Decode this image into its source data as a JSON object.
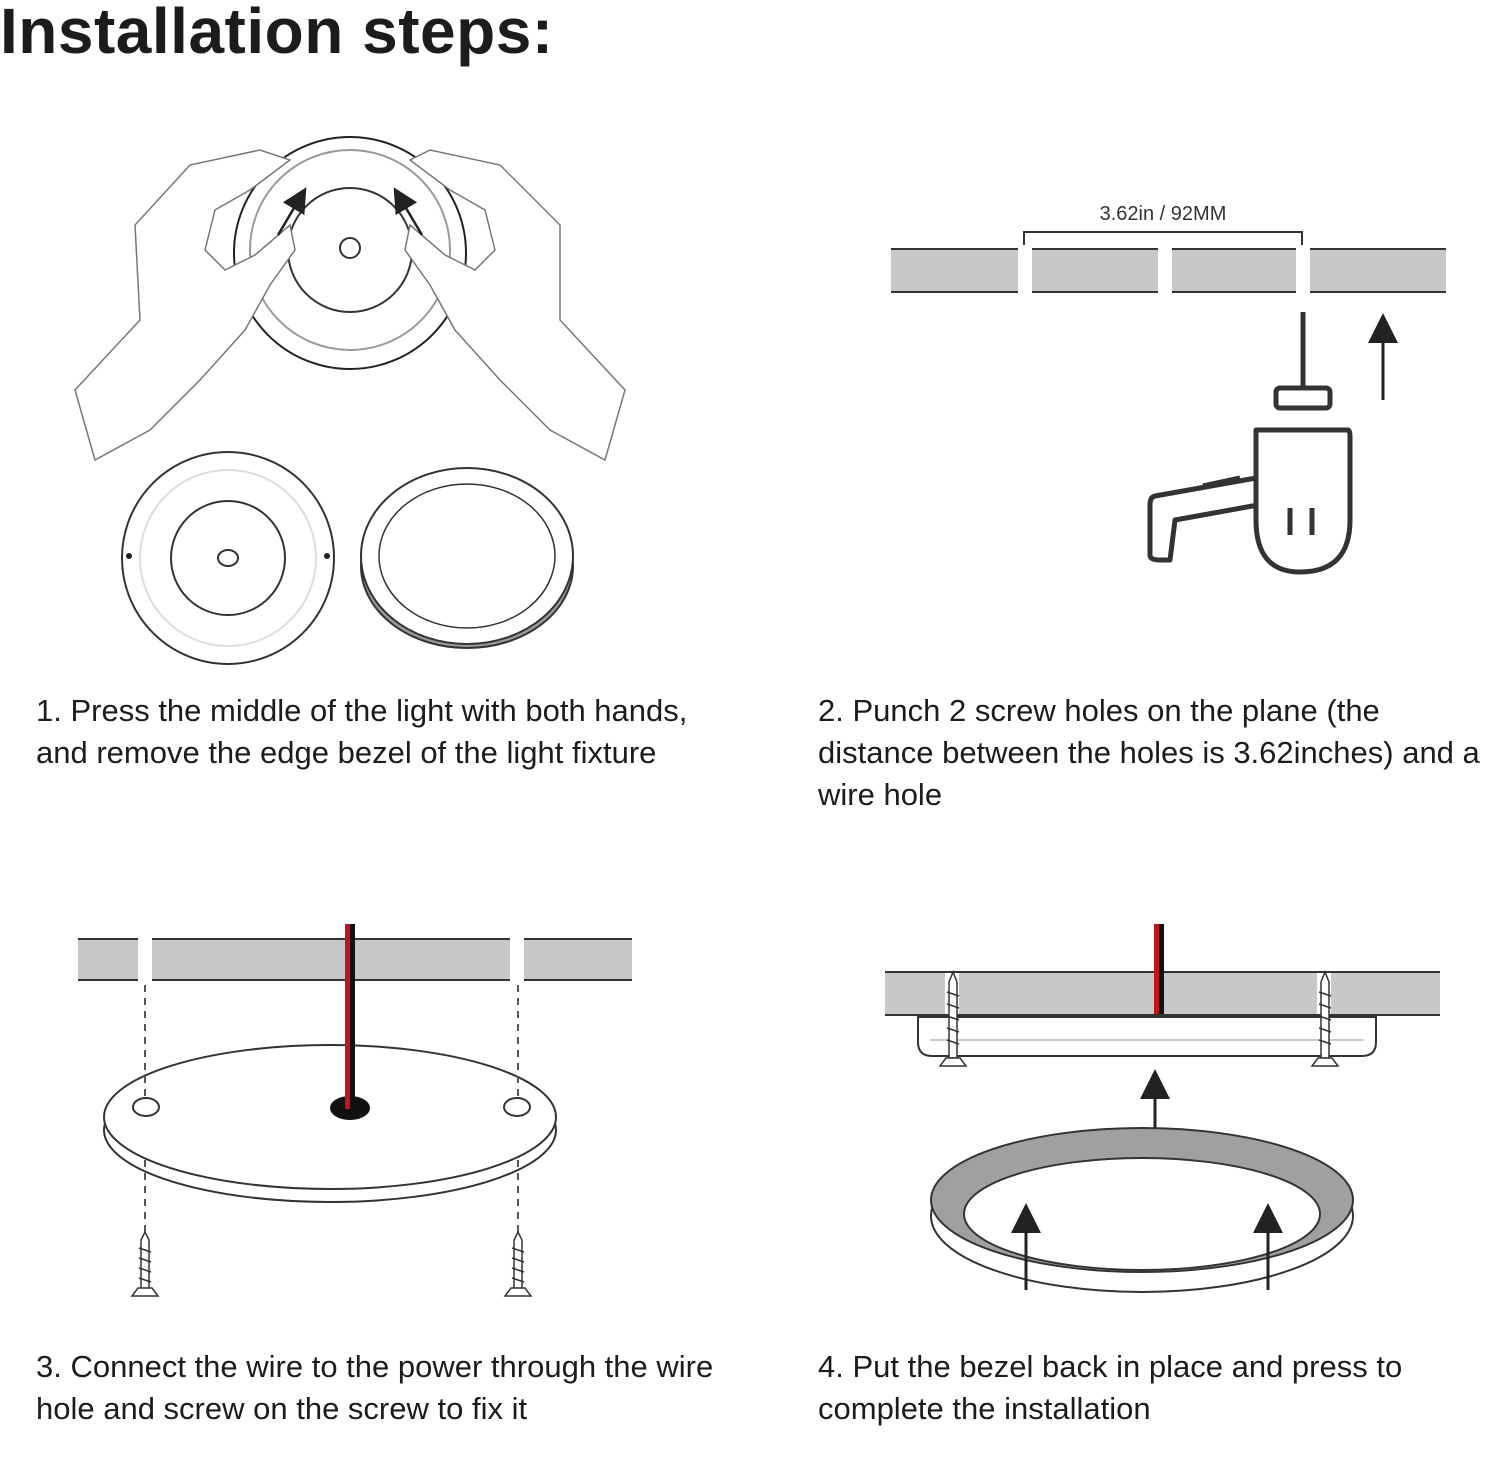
{
  "title": "Installation steps:",
  "steps": [
    {
      "label": "1. Press the middle of the light with both hands, and remove the edge bezel of the light fixture"
    },
    {
      "label": "2. Punch 2 screw holes on the plane (the distance between the holes is 3.62inches) and a wire hole"
    },
    {
      "label": "3. Connect the wire to the power through the wire hole and screw on the screw to fix it"
    },
    {
      "label": "4. Put the bezel back in place and press to complete the installation"
    }
  ],
  "dimension_label": "3.62in / 92MM",
  "colors": {
    "panel_gray": "#c8c8c8",
    "outline": "#444444",
    "wire_red": "#c0161b",
    "wire_black": "#111111"
  }
}
